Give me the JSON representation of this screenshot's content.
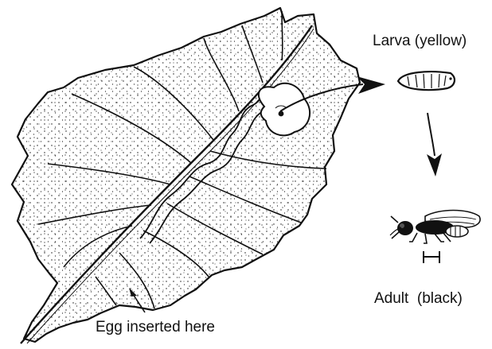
{
  "labels": {
    "larva": "Larva (yellow)",
    "adult": "Adult  (black)",
    "egg": "Egg inserted here"
  },
  "colors": {
    "ink": "#111111",
    "background": "#ffffff"
  }
}
